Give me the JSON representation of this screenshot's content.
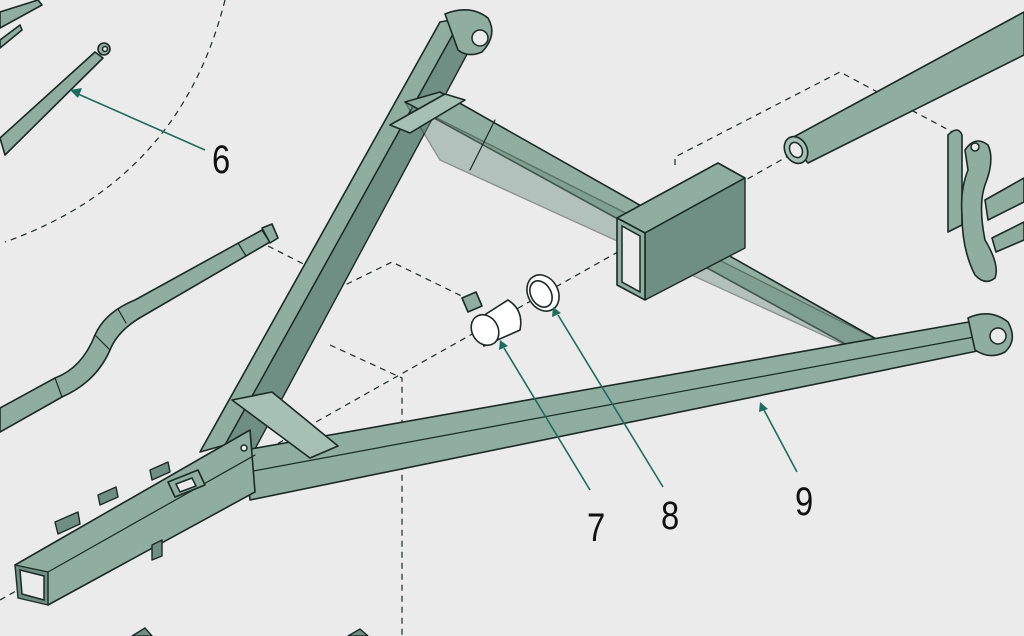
{
  "callouts": [
    {
      "label": "6"
    },
    {
      "label": "7"
    },
    {
      "label": "8"
    },
    {
      "label": "9"
    }
  ],
  "colors": {
    "background": "#ebebeb",
    "part_fill": "#8fada1",
    "outline": "#1b2a26",
    "leader": "#1f6b5e"
  }
}
